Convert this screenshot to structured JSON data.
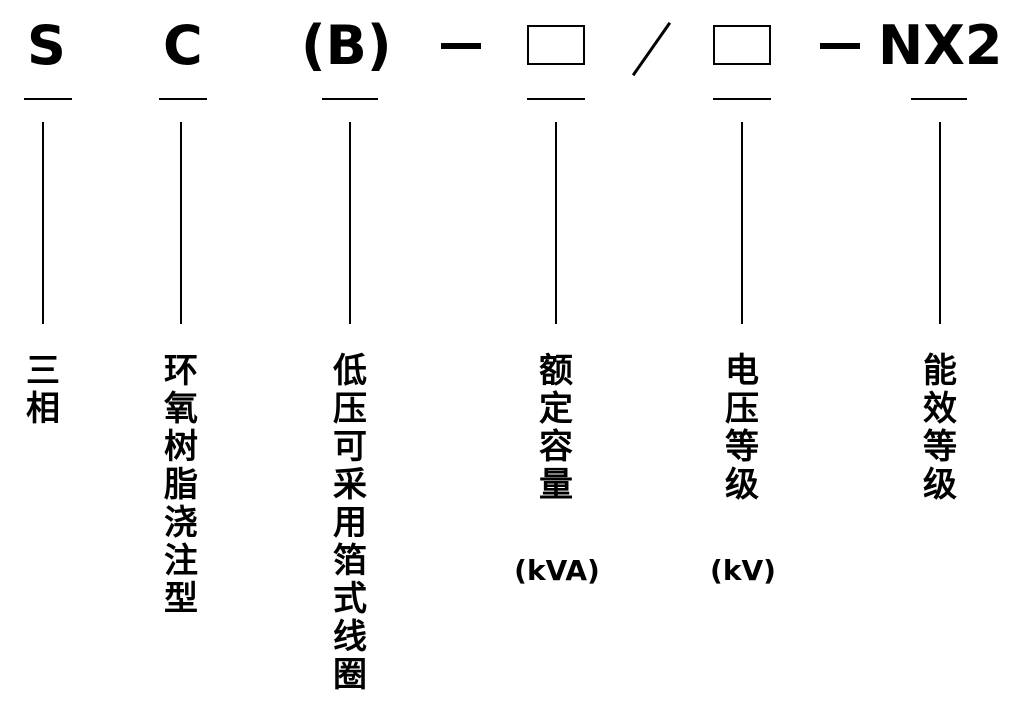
{
  "codes": {
    "phase": "S",
    "insulation": "C",
    "winding": "(B)",
    "efficiency": "NX2"
  },
  "labels": {
    "phase": "三相",
    "insulation": "环氧树脂浇注型",
    "winding": "低压可采用箔式线圈",
    "capacity": "额定容量",
    "voltage": "电压等级",
    "efficiency": "能效等级"
  },
  "units": {
    "capacity": "(kVA)",
    "voltage": "(kV)"
  }
}
